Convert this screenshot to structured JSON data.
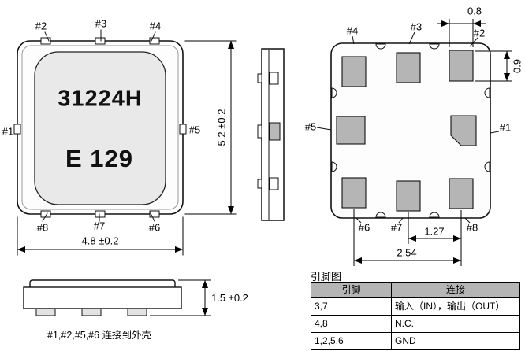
{
  "drawing": {
    "top_view": {
      "marking_line1": "31224H",
      "marking_line2": "E 129",
      "pins": {
        "p1": "#1",
        "p2": "#2",
        "p3": "#3",
        "p4": "#4",
        "p5": "#5",
        "p6": "#6",
        "p7": "#7",
        "p8": "#8"
      },
      "dim_width": "4.8 ±0.2",
      "dim_height": "5.2 ±0.2"
    },
    "bottom_view": {
      "pins": {
        "p1": "#1",
        "p2": "#2",
        "p3": "#3",
        "p4": "#4",
        "p5": "#5",
        "p6": "#6",
        "p7": "#7",
        "p8": "#8"
      },
      "dim_pad_width": "0.8",
      "dim_pad_height": "0.9",
      "dim_pad_pitch": "1.27",
      "dim_pad_span": "2.54"
    },
    "side_profile": {
      "dim_height": "1.5 ±0.2",
      "case_note": "#1,#2,#5,#6  连接到外壳"
    }
  },
  "pin_table": {
    "title": "引脚图",
    "headers": [
      "引脚",
      "连接"
    ],
    "rows": [
      [
        "3,7",
        "输入（IN），输出（OUT）"
      ],
      [
        "4,8",
        "N.C."
      ],
      [
        "1,2,5,6",
        "GND"
      ]
    ]
  }
}
